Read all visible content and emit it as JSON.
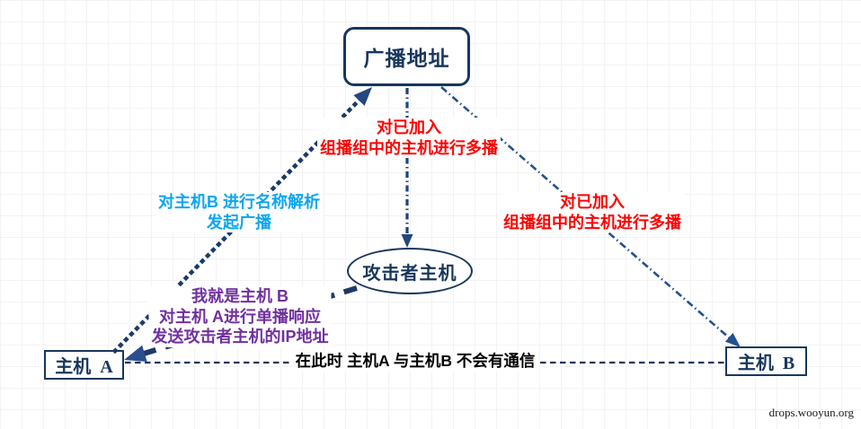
{
  "nodes": {
    "broadcast": {
      "label": "广播地址"
    },
    "attacker": {
      "label": "攻击者主机"
    },
    "host_a": {
      "label": "主机  A"
    },
    "host_b": {
      "label": "主机  B"
    }
  },
  "labels": {
    "multicast_center": {
      "lines": [
        "对已加入",
        "组播组中的主机进行多播"
      ],
      "color": "#FF0000"
    },
    "multicast_right": {
      "lines": [
        "对已加入",
        "组播组中的主机进行多播"
      ],
      "color": "#FF0000"
    },
    "name_resolution": {
      "lines": [
        "对主机B 进行名称解析",
        "发起广播"
      ],
      "color": "#0BA6F1"
    },
    "spoof_response": {
      "lines": [
        "我就是主机 B",
        "对主机 A进行单播响应",
        "发送攻击者主机的IP地址"
      ],
      "color": "#7030A0"
    },
    "no_communication": {
      "lines": [
        "在此时 主机A 与主机B 不会有通信"
      ],
      "color": "#000000"
    }
  },
  "watermark": "drops.wooyun.org",
  "colors": {
    "node_border": "#17375D",
    "node_text": "#17375D",
    "dotted_line": "#1B3A6B",
    "thin_line": "#1F4477",
    "arrow_fill": "#2B4F8E",
    "thick_dash_dark": "#1F3864",
    "thick_dash_faded": "#AFBDD7",
    "background": "#FFFFFF",
    "grid": "#F3F3F5"
  }
}
